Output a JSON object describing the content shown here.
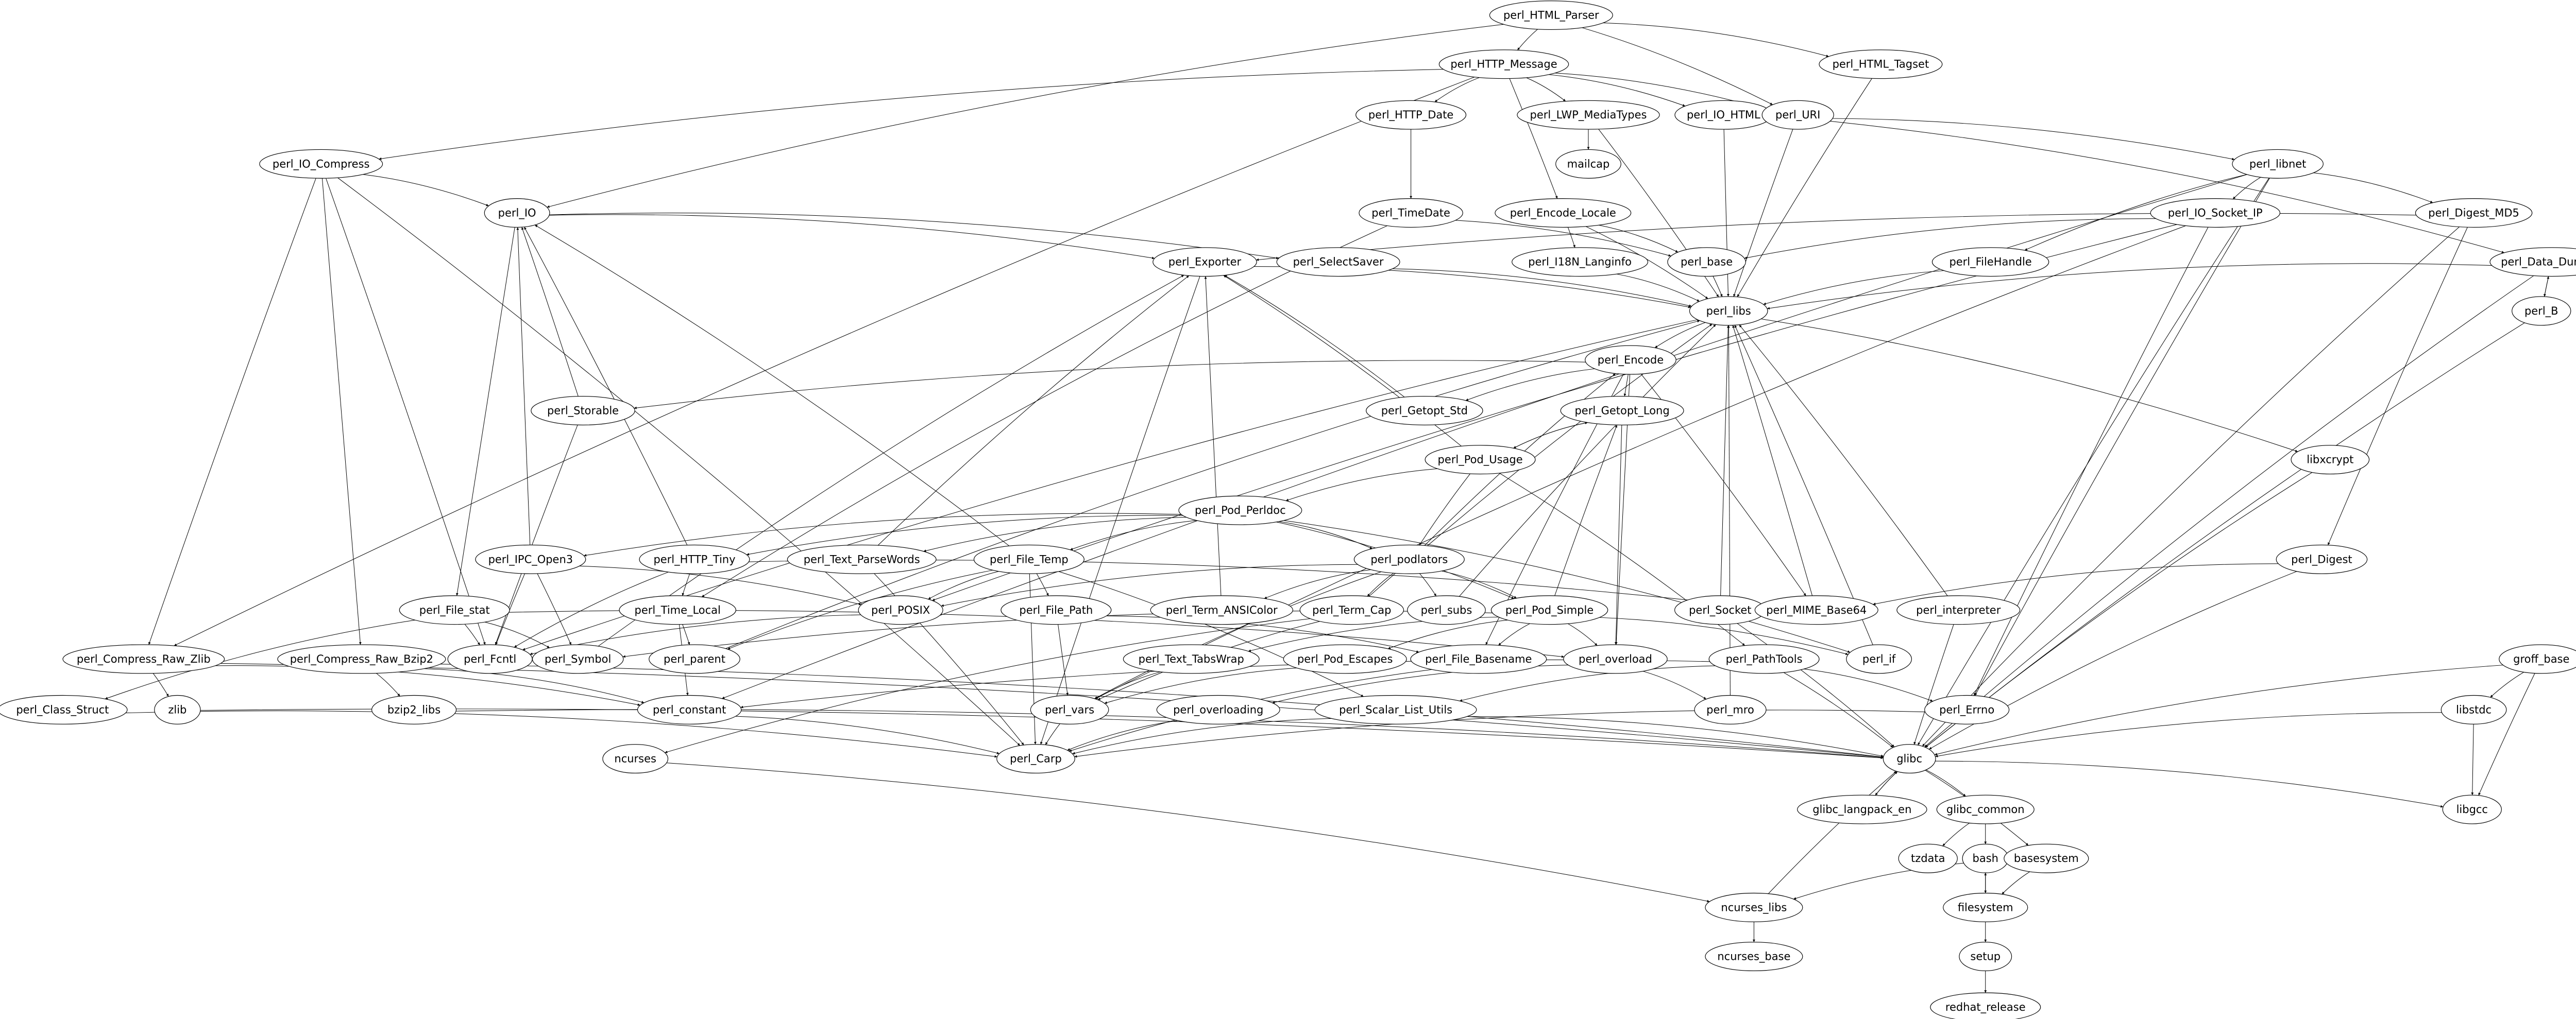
{
  "graph": {
    "type": "dependency-graph",
    "direction": "top-to-bottom",
    "colors": {
      "node_stroke": "#000000",
      "edge": "#000000",
      "background": "#ffffff"
    },
    "nodes": [
      {
        "id": "perl_HTML_Parser",
        "label": "perl_HTML_Parser"
      },
      {
        "id": "perl_HTTP_Message",
        "label": "perl_HTTP_Message"
      },
      {
        "id": "perl_HTML_Tagset",
        "label": "perl_HTML_Tagset"
      },
      {
        "id": "perl_HTTP_Date",
        "label": "perl_HTTP_Date"
      },
      {
        "id": "perl_LWP_MediaTypes",
        "label": "perl_LWP_MediaTypes"
      },
      {
        "id": "perl_IO_HTML",
        "label": "perl_IO_HTML"
      },
      {
        "id": "perl_URI",
        "label": "perl_URI"
      },
      {
        "id": "mailcap",
        "label": "mailcap"
      },
      {
        "id": "perl_libnet",
        "label": "perl_libnet"
      },
      {
        "id": "perl_IO_Compress",
        "label": "perl_IO_Compress"
      },
      {
        "id": "perl_IO",
        "label": "perl_IO"
      },
      {
        "id": "perl_TimeDate",
        "label": "perl_TimeDate"
      },
      {
        "id": "perl_Encode_Locale",
        "label": "perl_Encode_Locale"
      },
      {
        "id": "perl_IO_Socket_IP",
        "label": "perl_IO_Socket_IP"
      },
      {
        "id": "perl_Digest_MD5",
        "label": "perl_Digest_MD5"
      },
      {
        "id": "perl_Exporter",
        "label": "perl_Exporter"
      },
      {
        "id": "perl_SelectSaver",
        "label": "perl_SelectSaver"
      },
      {
        "id": "perl_I18N_Langinfo",
        "label": "perl_I18N_Langinfo"
      },
      {
        "id": "perl_base",
        "label": "perl_base"
      },
      {
        "id": "perl_FileHandle",
        "label": "perl_FileHandle"
      },
      {
        "id": "perl_Data_Dumper",
        "label": "perl_Data_Dumper"
      },
      {
        "id": "perl_libs",
        "label": "perl_libs"
      },
      {
        "id": "perl_B",
        "label": "perl_B"
      },
      {
        "id": "perl_Encode",
        "label": "perl_Encode"
      },
      {
        "id": "perl_Storable",
        "label": "perl_Storable"
      },
      {
        "id": "perl_Getopt_Std",
        "label": "perl_Getopt_Std"
      },
      {
        "id": "perl_Getopt_Long",
        "label": "perl_Getopt_Long"
      },
      {
        "id": "libxcrypt",
        "label": "libxcrypt"
      },
      {
        "id": "perl_Pod_Usage",
        "label": "perl_Pod_Usage"
      },
      {
        "id": "perl_Pod_Perldoc",
        "label": "perl_Pod_Perldoc"
      },
      {
        "id": "perl_IPC_Open3",
        "label": "perl_IPC_Open3"
      },
      {
        "id": "perl_HTTP_Tiny",
        "label": "perl_HTTP_Tiny"
      },
      {
        "id": "perl_Text_ParseWords",
        "label": "perl_Text_ParseWords"
      },
      {
        "id": "perl_File_Temp",
        "label": "perl_File_Temp"
      },
      {
        "id": "perl_podlators",
        "label": "perl_podlators"
      },
      {
        "id": "perl_Digest",
        "label": "perl_Digest"
      },
      {
        "id": "perl_File_stat",
        "label": "perl_File_stat"
      },
      {
        "id": "perl_Time_Local",
        "label": "perl_Time_Local"
      },
      {
        "id": "perl_POSIX",
        "label": "perl_POSIX"
      },
      {
        "id": "perl_File_Path",
        "label": "perl_File_Path"
      },
      {
        "id": "perl_Term_ANSIColor",
        "label": "perl_Term_ANSIColor"
      },
      {
        "id": "perl_Term_Cap",
        "label": "perl_Term_Cap"
      },
      {
        "id": "perl_subs",
        "label": "perl_subs"
      },
      {
        "id": "perl_Pod_Simple",
        "label": "perl_Pod_Simple"
      },
      {
        "id": "perl_Socket",
        "label": "perl_Socket"
      },
      {
        "id": "perl_MIME_Base64",
        "label": "perl_MIME_Base64"
      },
      {
        "id": "perl_interpreter",
        "label": "perl_interpreter"
      },
      {
        "id": "perl_Compress_Raw_Zlib",
        "label": "perl_Compress_Raw_Zlib"
      },
      {
        "id": "perl_Compress_Raw_Bzip2",
        "label": "perl_Compress_Raw_Bzip2"
      },
      {
        "id": "perl_Fcntl",
        "label": "perl_Fcntl"
      },
      {
        "id": "perl_Symbol",
        "label": "perl_Symbol"
      },
      {
        "id": "perl_parent",
        "label": "perl_parent"
      },
      {
        "id": "perl_Text_TabsWrap",
        "label": "perl_Text_TabsWrap"
      },
      {
        "id": "perl_Pod_Escapes",
        "label": "perl_Pod_Escapes"
      },
      {
        "id": "perl_File_Basename",
        "label": "perl_File_Basename"
      },
      {
        "id": "perl_overload",
        "label": "perl_overload"
      },
      {
        "id": "perl_PathTools",
        "label": "perl_PathTools"
      },
      {
        "id": "perl_if",
        "label": "perl_if"
      },
      {
        "id": "groff_base",
        "label": "groff_base"
      },
      {
        "id": "perl_Class_Struct",
        "label": "perl_Class_Struct"
      },
      {
        "id": "zlib",
        "label": "zlib"
      },
      {
        "id": "bzip2_libs",
        "label": "bzip2_libs"
      },
      {
        "id": "perl_constant",
        "label": "perl_constant"
      },
      {
        "id": "perl_vars",
        "label": "perl_vars"
      },
      {
        "id": "perl_overloading",
        "label": "perl_overloading"
      },
      {
        "id": "perl_Scalar_List_Utils",
        "label": "perl_Scalar_List_Utils"
      },
      {
        "id": "perl_mro",
        "label": "perl_mro"
      },
      {
        "id": "perl_Errno",
        "label": "perl_Errno"
      },
      {
        "id": "libstdc",
        "label": "libstdc"
      },
      {
        "id": "ncurses",
        "label": "ncurses"
      },
      {
        "id": "perl_Carp",
        "label": "perl_Carp"
      },
      {
        "id": "glibc",
        "label": "glibc"
      },
      {
        "id": "glibc_langpack_en",
        "label": "glibc_langpack_en"
      },
      {
        "id": "glibc_common",
        "label": "glibc_common"
      },
      {
        "id": "libgcc",
        "label": "libgcc"
      },
      {
        "id": "tzdata",
        "label": "tzdata"
      },
      {
        "id": "bash",
        "label": "bash"
      },
      {
        "id": "basesystem",
        "label": "basesystem"
      },
      {
        "id": "ncurses_libs",
        "label": "ncurses_libs"
      },
      {
        "id": "filesystem",
        "label": "filesystem"
      },
      {
        "id": "ncurses_base",
        "label": "ncurses_base"
      },
      {
        "id": "setup",
        "label": "setup"
      },
      {
        "id": "redhat_release",
        "label": "redhat_release"
      }
    ],
    "edges": [
      [
        "perl_HTML_Parser",
        "perl_HTTP_Message"
      ],
      [
        "perl_HTML_Parser",
        "perl_HTML_Tagset"
      ],
      [
        "perl_HTML_Parser",
        "perl_URI"
      ],
      [
        "perl_HTML_Parser",
        "perl_IO"
      ],
      [
        "perl_HTTP_Message",
        "perl_HTTP_Date"
      ],
      [
        "perl_HTTP_Message",
        "perl_LWP_MediaTypes"
      ],
      [
        "perl_HTTP_Message",
        "perl_IO_HTML"
      ],
      [
        "perl_HTTP_Message",
        "perl_URI"
      ],
      [
        "perl_HTTP_Message",
        "perl_Encode_Locale"
      ],
      [
        "perl_HTTP_Message",
        "perl_IO_Compress"
      ],
      [
        "perl_HTTP_Message",
        "perl_Compress_Raw_Zlib"
      ],
      [
        "perl_HTTP_Date",
        "perl_TimeDate"
      ],
      [
        "perl_LWP_MediaTypes",
        "mailcap"
      ],
      [
        "perl_LWP_MediaTypes",
        "perl_libs"
      ],
      [
        "perl_IO_HTML",
        "perl_libs"
      ],
      [
        "perl_URI",
        "perl_libs"
      ],
      [
        "perl_URI",
        "perl_libnet"
      ],
      [
        "perl_URI",
        "perl_Data_Dumper"
      ],
      [
        "perl_HTML_Tagset",
        "perl_libs"
      ],
      [
        "perl_libnet",
        "perl_IO_Socket_IP"
      ],
      [
        "perl_libnet",
        "perl_Digest_MD5"
      ],
      [
        "perl_libnet",
        "perl_FileHandle"
      ],
      [
        "perl_libnet",
        "perl_Errno"
      ],
      [
        "perl_libnet",
        "glibc"
      ],
      [
        "perl_libnet",
        "perl_constant"
      ],
      [
        "perl_IO_Compress",
        "perl_IO"
      ],
      [
        "perl_IO_Compress",
        "perl_Compress_Raw_Zlib"
      ],
      [
        "perl_IO_Compress",
        "perl_Compress_Raw_Bzip2"
      ],
      [
        "perl_IO_Compress",
        "perl_Fcntl"
      ],
      [
        "perl_IO_Compress",
        "perl_Carp"
      ],
      [
        "perl_IO",
        "perl_Exporter"
      ],
      [
        "perl_IO",
        "perl_SelectSaver"
      ],
      [
        "perl_IO",
        "perl_File_stat"
      ],
      [
        "perl_TimeDate",
        "perl_base"
      ],
      [
        "perl_TimeDate",
        "perl_Time_Local"
      ],
      [
        "perl_Encode_Locale",
        "perl_I18N_Langinfo"
      ],
      [
        "perl_Encode_Locale",
        "perl_base"
      ],
      [
        "perl_Encode_Locale",
        "perl_libs"
      ],
      [
        "perl_IO_Socket_IP",
        "perl_base"
      ],
      [
        "perl_IO_Socket_IP",
        "perl_POSIX"
      ],
      [
        "perl_IO_Socket_IP",
        "perl_Errno"
      ],
      [
        "perl_IO_Socket_IP",
        "perl_vars"
      ],
      [
        "perl_Digest_MD5",
        "perl_Exporter"
      ],
      [
        "perl_Digest_MD5",
        "perl_Digest"
      ],
      [
        "perl_Digest_MD5",
        "glibc"
      ],
      [
        "perl_Exporter",
        "perl_libs"
      ],
      [
        "perl_Exporter",
        "perl_Carp"
      ],
      [
        "perl_SelectSaver",
        "perl_libs"
      ],
      [
        "perl_I18N_Langinfo",
        "perl_libs"
      ],
      [
        "perl_base",
        "perl_libs"
      ],
      [
        "perl_FileHandle",
        "perl_libs"
      ],
      [
        "perl_Data_Dumper",
        "perl_libs"
      ],
      [
        "perl_Data_Dumper",
        "perl_B"
      ],
      [
        "perl_B",
        "perl_Data_Dumper"
      ],
      [
        "perl_Data_Dumper",
        "glibc"
      ],
      [
        "perl_B",
        "glibc"
      ],
      [
        "perl_libs",
        "perl_Encode"
      ],
      [
        "perl_libs",
        "libxcrypt"
      ],
      [
        "perl_libs",
        "perl_Fcntl"
      ],
      [
        "perl_Encode",
        "perl_Storable"
      ],
      [
        "perl_Encode",
        "perl_Getopt_Std"
      ],
      [
        "perl_Encode",
        "perl_Getopt_Long"
      ],
      [
        "perl_Encode",
        "perl_MIME_Base64"
      ],
      [
        "perl_Encode",
        "perl_overload"
      ],
      [
        "perl_Encode",
        "perl_File_Basename"
      ],
      [
        "perl_Storable",
        "perl_IO"
      ],
      [
        "perl_Storable",
        "perl_Fcntl"
      ],
      [
        "perl_Getopt_Std",
        "perl_Exporter"
      ],
      [
        "perl_Getopt_Long",
        "perl_Pod_Usage"
      ],
      [
        "perl_Pod_Usage",
        "perl_Getopt_Long"
      ],
      [
        "perl_Getopt_Long",
        "perl_overload"
      ],
      [
        "perl_Pod_Usage",
        "perl_Exporter"
      ],
      [
        "perl_Pod_Usage",
        "perl_Pod_Perldoc"
      ],
      [
        "perl_Pod_Usage",
        "perl_podlators"
      ],
      [
        "perl_Pod_Usage",
        "perl_PathTools"
      ],
      [
        "perl_Pod_Perldoc",
        "perl_IPC_Open3"
      ],
      [
        "perl_Pod_Perldoc",
        "perl_HTTP_Tiny"
      ],
      [
        "perl_Pod_Perldoc",
        "perl_Text_ParseWords"
      ],
      [
        "perl_Pod_Perldoc",
        "perl_File_Temp"
      ],
      [
        "perl_Pod_Perldoc",
        "perl_podlators"
      ],
      [
        "perl_Pod_Perldoc",
        "perl_Pod_Simple"
      ],
      [
        "perl_Pod_Perldoc",
        "perl_if"
      ],
      [
        "perl_IPC_Open3",
        "perl_IO"
      ],
      [
        "perl_IPC_Open3",
        "perl_Fcntl"
      ],
      [
        "perl_IPC_Open3",
        "perl_Symbol"
      ],
      [
        "perl_IPC_Open3",
        "perl_POSIX"
      ],
      [
        "perl_HTTP_Tiny",
        "perl_IO"
      ],
      [
        "perl_HTTP_Tiny",
        "perl_Time_Local"
      ],
      [
        "perl_HTTP_Tiny",
        "perl_Fcntl"
      ],
      [
        "perl_HTTP_Tiny",
        "perl_MIME_Base64"
      ],
      [
        "perl_Text_ParseWords",
        "perl_Exporter"
      ],
      [
        "perl_Text_ParseWords",
        "perl_Carp"
      ],
      [
        "perl_File_Temp",
        "perl_POSIX"
      ],
      [
        "perl_File_Temp",
        "perl_File_Path"
      ],
      [
        "perl_File_Temp",
        "perl_IO"
      ],
      [
        "perl_File_Temp",
        "perl_parent"
      ],
      [
        "perl_File_Temp",
        "perl_Scalar_List_Utils"
      ],
      [
        "perl_File_Temp",
        "perl_Carp"
      ],
      [
        "perl_podlators",
        "perl_Term_ANSIColor"
      ],
      [
        "perl_podlators",
        "perl_Term_Cap"
      ],
      [
        "perl_podlators",
        "perl_subs"
      ],
      [
        "perl_podlators",
        "perl_Pod_Simple"
      ],
      [
        "perl_podlators",
        "perl_POSIX"
      ],
      [
        "perl_podlators",
        "perl_Encode"
      ],
      [
        "perl_podlators",
        "perl_vars"
      ],
      [
        "perl_Digest",
        "perl_MIME_Base64"
      ],
      [
        "perl_Digest",
        "glibc"
      ],
      [
        "perl_File_stat",
        "perl_Fcntl"
      ],
      [
        "perl_File_stat",
        "perl_Symbol"
      ],
      [
        "perl_File_stat",
        "perl_Class_Struct"
      ],
      [
        "perl_File_stat",
        "perl_overload"
      ],
      [
        "perl_Time_Local",
        "perl_constant"
      ],
      [
        "perl_Time_Local",
        "perl_parent"
      ],
      [
        "perl_POSIX",
        "perl_Fcntl"
      ],
      [
        "perl_File_Path",
        "perl_File_Basename"
      ],
      [
        "perl_File_Path",
        "perl_vars"
      ],
      [
        "perl_Term_ANSIColor",
        "perl_Exporter"
      ],
      [
        "perl_Term_Cap",
        "perl_libs"
      ],
      [
        "perl_Term_Cap",
        "perl_vars"
      ],
      [
        "perl_Term_Cap",
        "ncurses"
      ],
      [
        "perl_subs",
        "perl_libs"
      ],
      [
        "perl_Pod_Simple",
        "perl_Text_TabsWrap"
      ],
      [
        "perl_Pod_Simple",
        "perl_Pod_Escapes"
      ],
      [
        "perl_Pod_Simple",
        "perl_File_Basename"
      ],
      [
        "perl_Pod_Simple",
        "perl_overload"
      ],
      [
        "perl_Pod_Simple",
        "perl_if"
      ],
      [
        "perl_Pod_Simple",
        "perl_Getopt_Long"
      ],
      [
        "perl_Pod_Simple",
        "perl_Symbol"
      ],
      [
        "perl_Socket",
        "perl_libs"
      ],
      [
        "perl_Socket",
        "glibc"
      ],
      [
        "perl_MIME_Base64",
        "perl_libs"
      ],
      [
        "perl_interpreter",
        "perl_libs"
      ],
      [
        "perl_interpreter",
        "glibc"
      ],
      [
        "perl_Compress_Raw_Zlib",
        "zlib"
      ],
      [
        "perl_Compress_Raw_Zlib",
        "perl_constant"
      ],
      [
        "perl_Compress_Raw_Zlib",
        "glibc"
      ],
      [
        "perl_Compress_Raw_Bzip2",
        "bzip2_libs"
      ],
      [
        "perl_Compress_Raw_Bzip2",
        "perl_constant"
      ],
      [
        "perl_Compress_Raw_Bzip2",
        "glibc"
      ],
      [
        "perl_Symbol",
        "perl_Exporter"
      ],
      [
        "perl_parent",
        "perl_libs"
      ],
      [
        "perl_Text_TabsWrap",
        "perl_vars"
      ],
      [
        "perl_Pod_Escapes",
        "perl_vars"
      ],
      [
        "perl_File_Basename",
        "perl_Carp"
      ],
      [
        "perl_overload",
        "perl_overloading"
      ],
      [
        "perl_overload",
        "perl_mro"
      ],
      [
        "perl_PathTools",
        "perl_Scalar_List_Utils"
      ],
      [
        "perl_PathTools",
        "perl_Errno"
      ],
      [
        "perl_PathTools",
        "glibc"
      ],
      [
        "perl_PathTools",
        "perl_constant"
      ],
      [
        "perl_if",
        "perl_libs"
      ],
      [
        "groff_base",
        "libstdc"
      ],
      [
        "groff_base",
        "libgcc"
      ],
      [
        "groff_base",
        "glibc"
      ],
      [
        "perl_Class_Struct",
        "perl_Carp"
      ],
      [
        "zlib",
        "glibc"
      ],
      [
        "bzip2_libs",
        "glibc"
      ],
      [
        "perl_constant",
        "perl_Carp"
      ],
      [
        "perl_vars",
        "perl_Carp"
      ],
      [
        "perl_overloading",
        "perl_Carp"
      ],
      [
        "perl_Scalar_List_Utils",
        "perl_Carp"
      ],
      [
        "perl_Scalar_List_Utils",
        "glibc"
      ],
      [
        "perl_mro",
        "perl_libs"
      ],
      [
        "perl_Errno",
        "perl_Carp"
      ],
      [
        "libstdc",
        "libgcc"
      ],
      [
        "libstdc",
        "glibc"
      ],
      [
        "ncurses",
        "ncurses_libs"
      ],
      [
        "libxcrypt",
        "glibc"
      ],
      [
        "glibc",
        "glibc_langpack_en"
      ],
      [
        "glibc_langpack_en",
        "glibc"
      ],
      [
        "glibc",
        "glibc_common"
      ],
      [
        "glibc",
        "basesystem"
      ],
      [
        "glibc",
        "libgcc"
      ],
      [
        "glibc_common",
        "tzdata"
      ],
      [
        "glibc_common",
        "bash"
      ],
      [
        "bash",
        "filesystem"
      ],
      [
        "filesystem",
        "bash"
      ],
      [
        "bash",
        "ncurses_libs"
      ],
      [
        "basesystem",
        "filesystem"
      ],
      [
        "ncurses_libs",
        "glibc"
      ],
      [
        "ncurses_libs",
        "ncurses_base"
      ],
      [
        "filesystem",
        "setup"
      ],
      [
        "setup",
        "redhat_release"
      ]
    ]
  }
}
